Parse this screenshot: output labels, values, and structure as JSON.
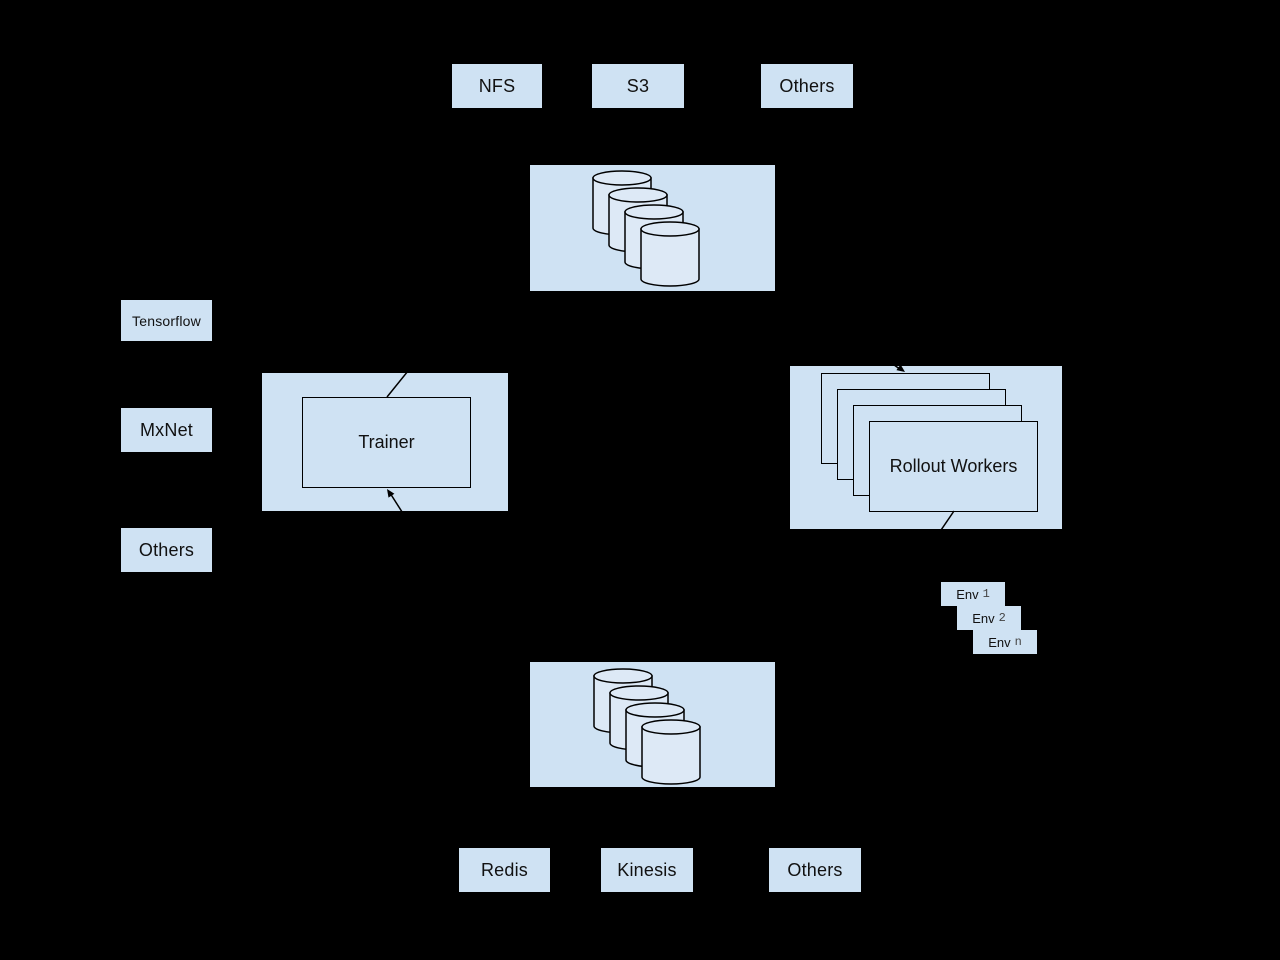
{
  "colors": {
    "background": "#000000",
    "node_fill": "#cfe2f3",
    "cylinder_fill": "#dde9f6",
    "stroke": "#000000"
  },
  "icons": {
    "top_storage": "database-cylinders-icon",
    "bottom_storage": "database-cylinders-icon"
  },
  "nodes": {
    "top_sources": [
      {
        "label": "NFS"
      },
      {
        "label": "S3"
      },
      {
        "label": "Others"
      }
    ],
    "frameworks": [
      {
        "label": "Tensorflow"
      },
      {
        "label": "MxNet"
      },
      {
        "label": "Others"
      }
    ],
    "trainer": {
      "label": "Trainer"
    },
    "rollout": {
      "label": "Rollout Workers"
    },
    "envs": [
      {
        "prefix": "Env",
        "num": "1"
      },
      {
        "prefix": "Env",
        "num": "2"
      },
      {
        "prefix": "Env",
        "num": "n"
      }
    ],
    "bottom_sinks": [
      {
        "label": "Redis"
      },
      {
        "label": "Kinesis"
      },
      {
        "label": "Others"
      }
    ]
  }
}
